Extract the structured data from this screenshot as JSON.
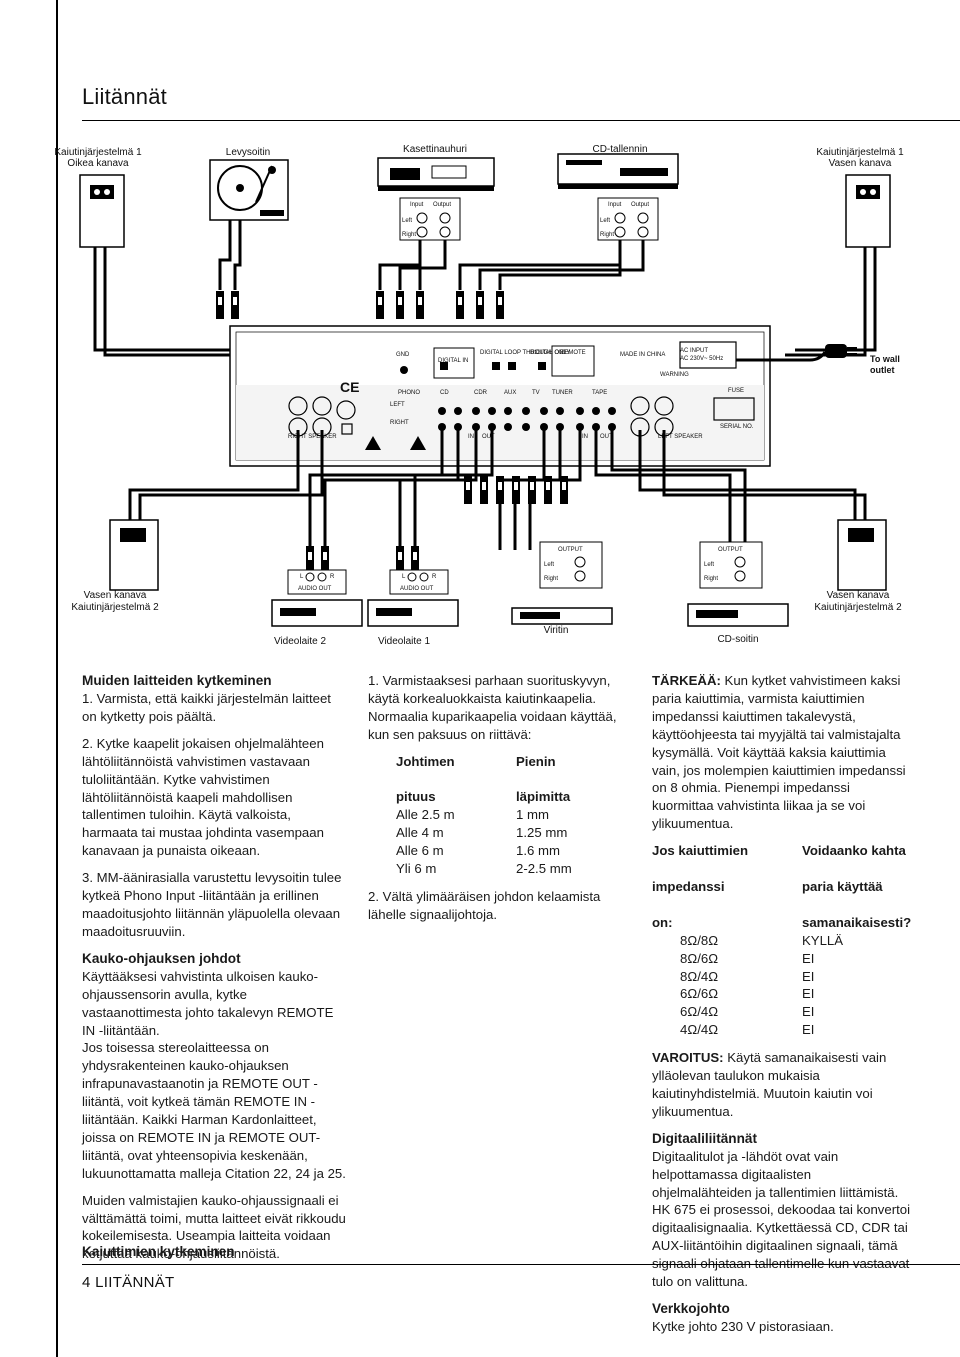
{
  "page": {
    "title": "Liitännät",
    "footer_number": "4",
    "footer_section": "LIITÄNNÄT"
  },
  "diagram": {
    "labels": {
      "speaker_sys1_right_line1": "Kaiutinjärjestelmä 1",
      "speaker_sys1_right_line2": "Oikea kanava",
      "turntable": "Levysoitin",
      "cassette": "Kasettinauhuri",
      "cd_recorder": "CD-tallennin",
      "speaker_sys1_left_line1": "Kaiutinjärjestelmä 1",
      "speaker_sys1_left_line2": "Vasen kanava",
      "wall_outlet_line1": "To wall",
      "wall_outlet_line2": "outlet",
      "speaker_sys2_left_a_line1": "Vasen kanava",
      "speaker_sys2_left_a_line2": "Kaiutinjärjestelmä 2",
      "speaker_sys2_left_b_line1": "Vasen kanava",
      "speaker_sys2_left_b_line2": "Kaiutinjärjestelmä 2",
      "video2": "Videolaite 2",
      "video1": "Videolaite 1",
      "tuner": "Viritin",
      "cd_player": "CD-soitin"
    },
    "panel": {
      "gnd": "GND",
      "digital_in": "DIGITAL IN",
      "digital_loop": "DIGITAL LOOP THROUGH ONLY",
      "digital_out": "DIGITAL OUT",
      "remote": "REMOTE",
      "phono": "PHONO",
      "cd": "CD",
      "cdr": "CDR",
      "aux": "AUX",
      "tv": "TV",
      "tuner": "TUNER",
      "tape": "TAPE",
      "left": "LEFT",
      "right": "RIGHT",
      "right_speaker": "RIGHT SPEAKER",
      "left_speaker": "LEFT SPEAKER",
      "in": "IN",
      "out": "OUT",
      "ac_input": "AC INPUT",
      "ac_spec": "AC 230V~ 50Hz",
      "fuse": "FUSE",
      "serial": "SERIAL NO.",
      "warning": "WARNING",
      "made_in": "MADE IN CHINA"
    },
    "device_io": {
      "input": "Input",
      "output": "Output",
      "output_caps": "OUTPUT",
      "audio_out": "AUDIO OUT",
      "left": "Left",
      "right": "Right",
      "l": "L",
      "r": "R"
    }
  },
  "col1": {
    "h_other": "Muiden laitteiden kytkeminen",
    "p1": "1. Varmista, että kaikki järjestelmän laitteet on kytketty pois päältä.",
    "p2": "2. Kytke kaapelit jokaisen ohjelmalähteen lähtöliitännöistä vahvistimen vastavaan tuloliitäntään. Kytke vahvistimen lähtöliitännöistä kaapeli mahdollisen tallentimen tuloihin. Käytä valkoista, harmaata tai mustaa johdinta vasempaan kanavaan ja punaista oikeaan.",
    "p3": "3. MM-äänirasialla varustettu levysoitin tulee kytkeä Phono Input -liitäntään ja erillinen maadoitusjohto liitännän yläpuolella olevaan maadoitusruuviin.",
    "h_remote": "Kauko-ohjauksen johdot",
    "p4": "Käyttääksesi vahvistinta ulkoisen kauko-ohjaussensorin avulla, kytke vastaanottimesta johto takalevyn REMOTE IN -liitäntään.",
    "p5": "Jos toisessa stereolaitteessa on yhdysrakenteinen kauko-ohjauksen infrapunavastaanotin ja REMOTE OUT -liitäntä, voit kytkeä tämän REMOTE IN -liitäntään. Kaikki Harman Kardonlaitteet, joissa on REMOTE IN ja REMOTE OUT-liitäntä, ovat yhteensopivia keskenään, lukuunottamatta malleja Citation 22, 24 ja 25.",
    "p6": "Muiden valmistajien kauko-ohjaussignaali ei välttämättä toimi, mutta laitteet eivät rikkoudu kokeilemisesta. Useampia laitteita voidaan ketjuttaa kauko-ohjausliitännöistä.",
    "h_speakers": "Kaiuttimien kytkeminen"
  },
  "col2": {
    "p1": "1. Varmistaaksesi parhaan suorituskyvyn, käytä korkealuokkaista kaiutinkaapelia. Normaalia kuparikaapelia voidaan käyttää, kun sen paksuus on riittävä:",
    "th_len_1": "Johtimen",
    "th_len_2": "pituus",
    "th_min_1": "Pienin",
    "th_min_2": "läpimitta",
    "rows": [
      {
        "len": "Alle 2.5 m",
        "min": "1 mm"
      },
      {
        "len": "Alle 4 m",
        "min": "1.25 mm"
      },
      {
        "len": "Alle 6 m",
        "min": "1.6 mm"
      },
      {
        "len": "Yli 6 m",
        "min": "2-2.5 mm"
      }
    ],
    "p2": "2. Vältä ylimääräisen johdon kelaamista lähelle signaalijohtoja."
  },
  "col3": {
    "important_label": "TÄRKEÄÄ:",
    "important_text": " Kun kytket vahvistimeen kaksi paria kaiuttimia, varmista kaiuttimien impedanssi kaiuttimen takalevystä, käyttöohjeesta tai myyjältä tai valmistajalta kysymällä. Voit käyttää kaksia kaiuttimia vain, jos molempien kaiuttimien impedanssi on 8 ohmia. Pienempi impedanssi kuormittaa vahvistinta liikaa ja se voi ylikuumentua.",
    "th_imp_1": "Jos kaiuttimien",
    "th_imp_2": "impedanssi",
    "th_imp_3": "on:",
    "th_use_1": "Voidaanko kahta",
    "th_use_2": "paria käyttää",
    "th_use_3": "samanaikaisesti?",
    "rows": [
      {
        "imp": "8Ω/8Ω",
        "ok": "KYLLÄ"
      },
      {
        "imp": "8Ω/6Ω",
        "ok": "EI"
      },
      {
        "imp": "8Ω/4Ω",
        "ok": "EI"
      },
      {
        "imp": "6Ω/6Ω",
        "ok": "EI"
      },
      {
        "imp": "6Ω/4Ω",
        "ok": "EI"
      },
      {
        "imp": "4Ω/4Ω",
        "ok": "EI"
      }
    ],
    "warning_label": "VAROITUS:",
    "warning_text": " Käytä samanaikaisesti vain ylläolevan taulukon mukaisia kaiutinyhdistelmiä. Muutoin kaiutin voi ylikuumentua.",
    "h_digital": "Digitaaliliitännät",
    "p_digital": "Digitaalitulot ja -lähdöt ovat vain helpottamassa digitaalisten ohjelmalähteiden ja tallentimien liittämistä. HK 675 ei prosessoi, dekoodaa tai konvertoi digitaalisignaalia. Kytkettäessä CD, CDR tai AUX-liitäntöihin digitaalinen signaali, tämä signaali ohjataan tallentimelle kun vastaavat tulo on valittuna.",
    "h_power": "Verkkojohto",
    "p_power": "Kytke johto 230 V pistorasiaan."
  }
}
